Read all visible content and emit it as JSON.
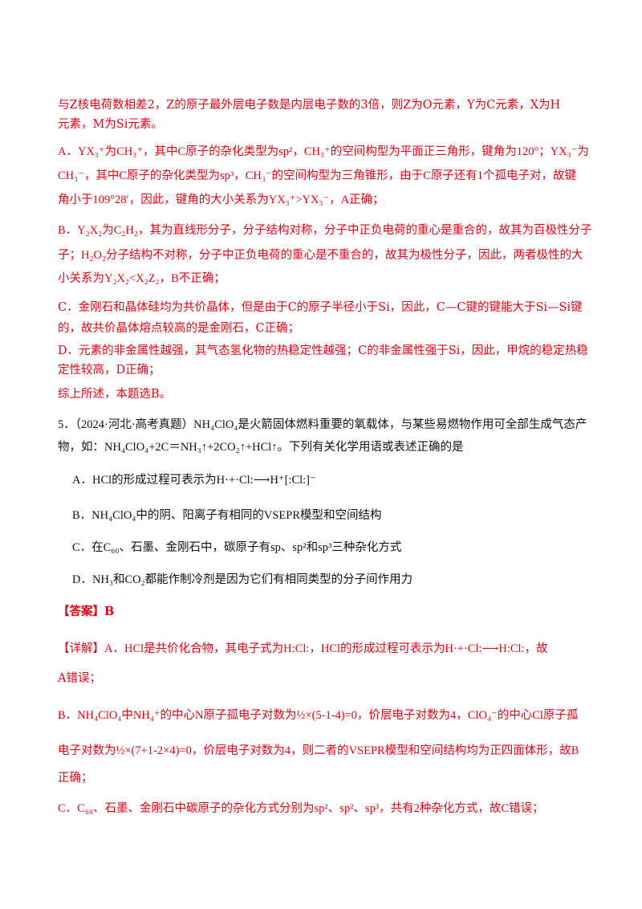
{
  "page": {
    "lines": [
      {
        "id": "l1",
        "text": "与Z核电荷数相差2，Z的原子最外层电子数是内层电子数的3倍，则Z为O元素，Y为C元素，X为H"
      },
      {
        "id": "l2",
        "text": "元素，M为Si元素。"
      },
      {
        "id": "l3",
        "text": "A．YX₃⁺为CH₃⁺，其中C原子的杂化类型为sp²，CH₃⁺的空间构型为平面正三角形，键角为120°；YX₃⁻为"
      },
      {
        "id": "l4",
        "text": "CH₃⁻，其中C原子的杂化类型为sp³，CH₃⁻的空间构型为三角锥形，由于C原子还有1个孤电子对，故键"
      },
      {
        "id": "l5",
        "text": "角小于109°28′，因此，键角的大小关系为YX₃⁺>YX₃⁻，A正确；"
      },
      {
        "id": "l6",
        "text": "B．Y₂X₂为C₂H₂，其为直线形分子，分子结构对称，分子中正负电荷的重心是重合的，故其为百极性分子"
      },
      {
        "id": "l7",
        "text": "子；H₂O₂分子结构不对称，分子中正负电荷的重心是不重合的，故其为极性分子，因此，两者极性的大"
      },
      {
        "id": "l8",
        "text": "小关系为Y₂X₂<X₂Z₂，B不正确；"
      },
      {
        "id": "l9",
        "text": "C．金刚石和晶体硅均为共价晶体，但是由于C的原子半径小于Si，因此，C—C键的键能大于Si—Si键"
      },
      {
        "id": "l10",
        "text": "的，故共价晶体熔点较高的是金刚石，C正确；"
      },
      {
        "id": "l11",
        "text": "D．元素的非金属性越强，其气态氢化物的热稳定性越强；C的非金属性强于Si，因此，甲烷的稳定热稳"
      },
      {
        "id": "l12",
        "text": "定性较高，D正确；"
      },
      {
        "id": "l13",
        "text": "综上所述，本题选B。"
      },
      {
        "id": "l14",
        "text": "5．（2024·河北·高考真题）NH₄ClO₄是火箭固体燃料重要的氧载体，与某些易燃物作用可全部生成气态产"
      },
      {
        "id": "l15",
        "text": "物，如：NH₄ClO₄+2C＝NH₃↑+2CO₂↑+HCl↑。下列有关化学用语或表述正确的是"
      },
      {
        "id": "l16",
        "text": "A．HCl的形成过程可表示为H·+·Cl:⟶H⁺[:Cl:]⁻"
      },
      {
        "id": "l17",
        "text": "B．NH₄ClO₄中的阴、阳离子有相同的VSEPR模型和空间结构"
      },
      {
        "id": "l18",
        "text": "C．在C₆₀、石墨、金刚石中，碳原子有sp、sp²和sp³三种杂化方式"
      },
      {
        "id": "l19",
        "text": "D．NH₃和CO₂都能作制冷剂是因为它们有相同类型的分子间作用力"
      },
      {
        "id": "l20",
        "text": "【答案】B"
      },
      {
        "id": "l21",
        "text": "【详解】A．HCl是共价化合物，其电子式为H:Cl:，HCl的形成过程可表示为H·+·Cl:⟶H:Cl:，故"
      },
      {
        "id": "l22",
        "text": "A错误；"
      },
      {
        "id": "l23",
        "text": "B．NH₄ClO₄中NH₄⁺的中心N原子孤电子对数为½×(5-1-4)=0，价层电子对数为4，ClO₄⁻的中心Cl原子孤"
      },
      {
        "id": "l24",
        "text": "电子对数为½×(7+1-2×4)=0，价层电子对数为4，则二者的VSEPR模型和空间结构均为正四面体形，故B"
      },
      {
        "id": "l25",
        "text": "正确；"
      },
      {
        "id": "l26",
        "text": "C．C₆₀、石墨、金刚石中碳原子的杂化方式分别为sp²、sp²、sp³，共有2种杂化方式，故C错误；"
      }
    ]
  }
}
